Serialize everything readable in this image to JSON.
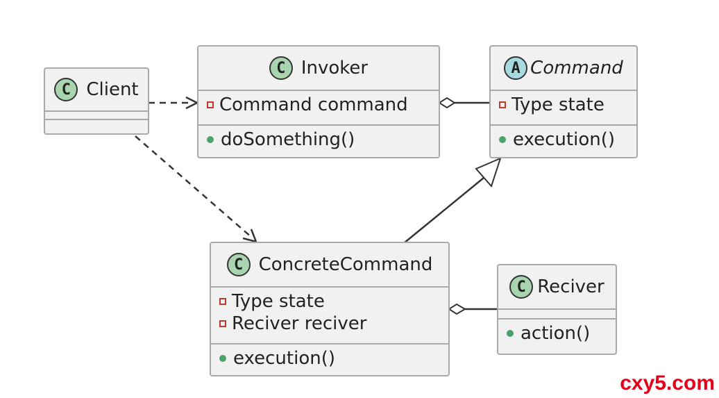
{
  "colors": {
    "class_badge": "#a8d5b0",
    "abstract_badge": "#a7dbe0",
    "box_fill": "#f1f1f1",
    "box_border": "#a9a9a9",
    "private_marker": "#c0392b",
    "public_marker": "#4aa36a",
    "watermark": "#e4001b"
  },
  "classes": {
    "client": {
      "badge": "C",
      "name": "Client",
      "fields": [],
      "methods": []
    },
    "invoker": {
      "badge": "C",
      "name": "Invoker",
      "fields": [
        "Command command"
      ],
      "methods": [
        "doSomething()"
      ]
    },
    "command": {
      "badge": "A",
      "name": "Command",
      "fields": [
        "Type state"
      ],
      "methods": [
        "execution()"
      ]
    },
    "concrete_command": {
      "badge": "C",
      "name": "ConcreteCommand",
      "fields": [
        "Type state",
        "Reciver reciver"
      ],
      "methods": [
        "execution()"
      ]
    },
    "reciver": {
      "badge": "C",
      "name": "Reciver",
      "fields": [],
      "methods": [
        "action()"
      ]
    }
  },
  "relations": [
    {
      "from": "Client",
      "to": "Invoker",
      "kind": "dependency"
    },
    {
      "from": "Client",
      "to": "ConcreteCommand",
      "kind": "dependency"
    },
    {
      "from": "Invoker",
      "to": "Command",
      "kind": "aggregation"
    },
    {
      "from": "ConcreteCommand",
      "to": "Command",
      "kind": "generalization"
    },
    {
      "from": "ConcreteCommand",
      "to": "Reciver",
      "kind": "aggregation"
    }
  ],
  "watermark": "cxy5.com"
}
